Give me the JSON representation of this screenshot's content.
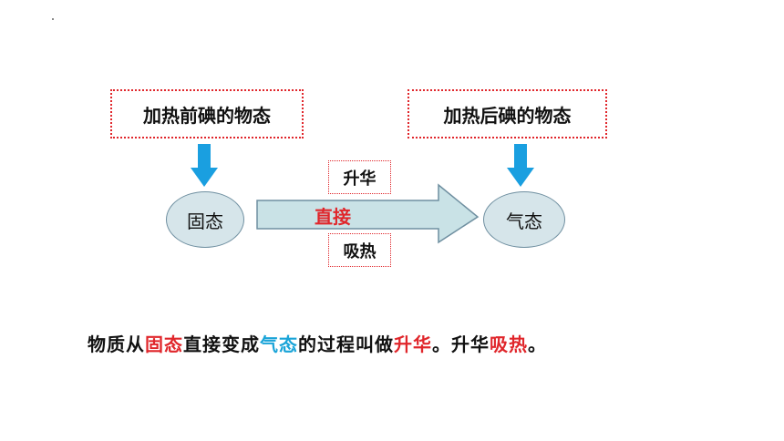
{
  "labels": {
    "before_heating": "加热前碘的物态",
    "after_heating": "加热后碘的物态",
    "sublimation": "升华",
    "direct": "直接",
    "absorb_heat": "吸热",
    "solid": "固态",
    "gas": "气态"
  },
  "sentence": {
    "p1": "物质从",
    "p2": "固态",
    "p3": "直接变成",
    "p4": "气态",
    "p5": "的过程叫做",
    "p6": "升华",
    "p7": "。升华",
    "p8": "吸热",
    "p9": "。"
  },
  "colors": {
    "red": "#e0262b",
    "blue": "#1aa4d8",
    "arrow_fill": "#c9e2e6",
    "down_arrow": "#1a9fe0"
  }
}
